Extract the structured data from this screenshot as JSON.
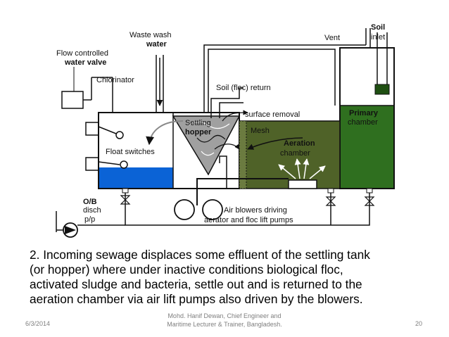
{
  "diagram": {
    "labels": {
      "waste_wash_1": "Waste wash",
      "waste_wash_2": "water",
      "flow_1": "Flow controlled",
      "flow_2": "water valve",
      "chlorinator": "Chlorinator",
      "vent": "Vent",
      "soil_inlet_1": "Soil",
      "soil_inlet_2": "inlet",
      "soil_return": "Soil (floc) return",
      "settling_1": "Settling",
      "settling_2": "hopper",
      "surface_removal": "surface removal",
      "mesh": "Mesh",
      "primary_1": "Primary",
      "primary_2": "chamber",
      "aeration_1": "Aeration",
      "aeration_2": "chamber",
      "float_switches": "Float switches",
      "ob_1": "O/B",
      "ob_2": "disch",
      "ob_3": "p/p",
      "blowers_1": "Air blowers driving",
      "blowers_2": "aerator and floc lift pumps"
    },
    "colors": {
      "clean_water": "#0b63d6",
      "aeration_sludge": "#4f6228",
      "primary_sludge": "#2f6f1f",
      "outline": "#111111"
    }
  },
  "caption": {
    "line1": "2. Incoming sewage displaces some effluent of the settling tank",
    "line2": "(or hopper) where under inactive conditions biological floc,",
    "line3": "activated sludge and bacteria, settle out and is returned to the",
    "line4": "aeration chamber via air lift pumps also driven by the blowers."
  },
  "footer": {
    "date": "6/3/2014",
    "author_line1": "Mohd. Hanif Dewan, Chief Engineer and",
    "author_line2": "Maritime Lecturer & Trainer, Bangladesh.",
    "page": "20"
  }
}
